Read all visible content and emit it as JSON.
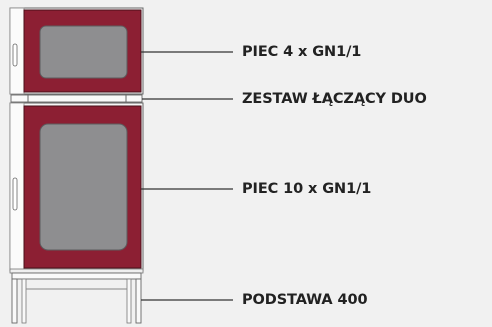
{
  "diagram": {
    "labels": {
      "oven_top": "PIEC 4 x GN1/1",
      "connector": "ZESTAW ŁĄCZĄCY DUO",
      "oven_bottom": "PIEC 10 x GN1/1",
      "stand": "PODSTAWA 400"
    },
    "colors": {
      "background": "#f1f1f1",
      "door_red": "#8c1f33",
      "glass_grey": "#8e8e90",
      "body_light": "#f7f7f7",
      "outline": "#555555",
      "leader_line": "#333333",
      "label_text": "#222222"
    }
  }
}
